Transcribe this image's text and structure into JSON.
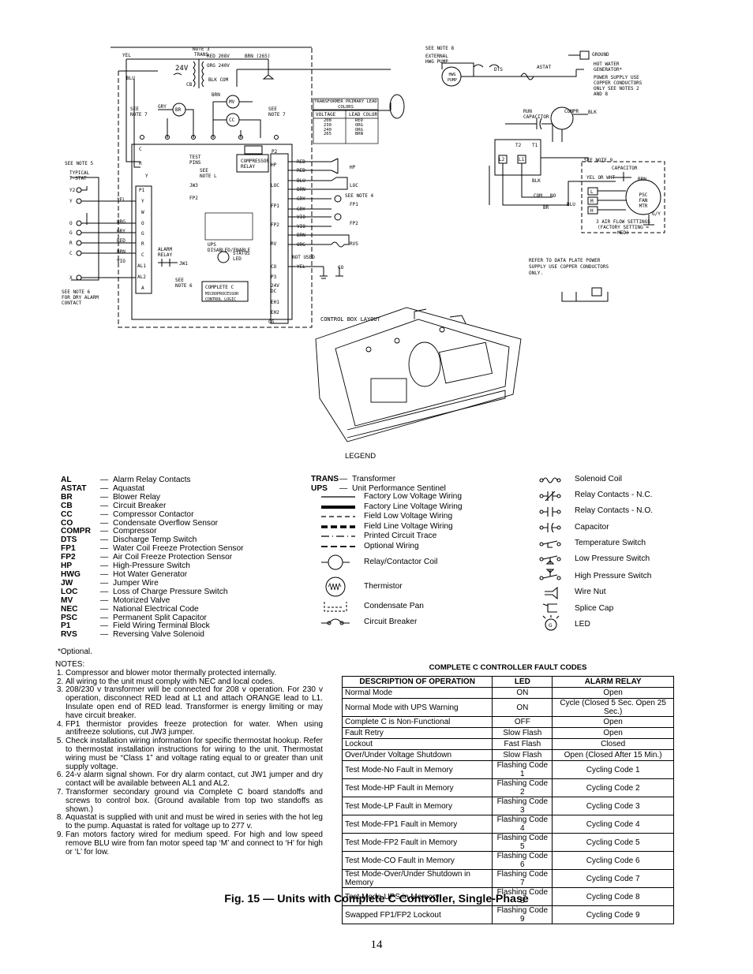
{
  "wiring": {
    "labels": {
      "yel": "YEL",
      "blu": "BLU",
      "note3": "NOTE 3",
      "trans": "TRANS",
      "red208": "RED 208V",
      "brn265": "BRN (265)",
      "org240": "ORG 240V",
      "blkcom": "BLK COM",
      "v24": "24V",
      "cb": "CB",
      "see_note7": "SEE NOTE 7",
      "gry": "GRY",
      "br": "BR",
      "mv": "MV",
      "cc": "CC",
      "brn": "BRN",
      "c": "C",
      "r": "R",
      "y": "Y",
      "test_pins": "TEST PINS",
      "see_note_l": "SEE NOTE L",
      "compressor_relay": "COMPRESSOR RELAY",
      "jw3": "JW3",
      "fp1": "FP1",
      "fp2": "FP2",
      "p2": "P2",
      "p1": "P1",
      "w": "W",
      "o": "O",
      "g": "G",
      "al1": "AL1",
      "al2": "AL2",
      "a": "A",
      "alarm_relay": "ALARM RELAY",
      "jw1": "JW1",
      "see_note6": "SEE NOTE 6",
      "status_led": "STATUS LED",
      "complete_c": "COMPLETE C",
      "micro": "MICROPROCESSOR CONTROL LOGIC",
      "see_note5": "SEE NOTE 5",
      "typical_tstat": "TYPICAL T-STAT",
      "y2": "Y2",
      "x": "X",
      "see_note6_dry": "SEE NOTE 6 FOR DRY ALARM CONTACT",
      "hp": "HP",
      "loc": "LOC",
      "rv": "RV",
      "co": "CO",
      "p3": "P3",
      "v24dc": "24V DC",
      "eh1": "EH1",
      "eh2": "EH2",
      "red": "RED",
      "vio": "VIO",
      "org": "ORG",
      "see_note4": "SEE NOTE 4",
      "rvs": "RVS",
      "not_used": "NOT USED",
      "cg": "CG",
      "trans_table_title": "TRANSFORMER PRIMARY LEAD COLORS",
      "voltage": "VOLTAGE",
      "lead_color": "LEAD COLOR",
      "v208": "208",
      "v230": "230",
      "v240": "240",
      "v265": "265",
      "l_red": "RED",
      "l_org": "ORG",
      "l_brn": "BRN",
      "see_note8": "SEE NOTE 8",
      "ext_hwg": "EXTERNAL HWG PUMP",
      "hwg_pump": "HWG PUMP",
      "dts": "DTS",
      "astat": "ASTAT",
      "ground": "GROUND",
      "hot_water_gen": "HOT WATER GENERATOR*",
      "power_supply": "POWER SUPPLY USE COPPER CONDUCTORS ONLY SEE NOTES 2 AND 8",
      "run_cap": "RUN CAPACITOR",
      "compr": "COMPR",
      "blk": "BLK",
      "t2": "T2",
      "t1": "T1",
      "l1": "L1",
      "l2": "L2",
      "com": "COM",
      "no": "NO",
      "capacitor": "CAPACITOR",
      "see_note9": "SEE NOTE 9",
      "yel_or_wht": "YEL OR WHT",
      "psc_fan_mtr": "PSC FAN MTR",
      "h": "H",
      "m": "M",
      "l": "L",
      "gy": "G/Y",
      "air_flow": "3 AIR FLOW SETTINGS (FACTORY SETTING = MED)",
      "refer": "REFER TO DATA PLATE POWER SUPPLY USE COPPER CONDUCTORS ONLY.",
      "control_box_layout": "CONTROL BOX LAYOUT",
      "dip": "UPS DISABLED/ENABLE"
    }
  },
  "legend": {
    "title": "LEGEND",
    "abbreviations": [
      {
        "k": "AL",
        "d": "Alarm Relay Contacts"
      },
      {
        "k": "ASTAT",
        "d": "Aquastat"
      },
      {
        "k": "BR",
        "d": "Blower Relay"
      },
      {
        "k": "CB",
        "d": "Circuit Breaker"
      },
      {
        "k": "CC",
        "d": "Compressor Contactor"
      },
      {
        "k": "CO",
        "d": "Condensate Overflow Sensor"
      },
      {
        "k": "COMPR",
        "d": "Compressor"
      },
      {
        "k": "DTS",
        "d": "Discharge Temp Switch"
      },
      {
        "k": "FP1",
        "d": "Water Coil Freeze Protection Sensor"
      },
      {
        "k": "FP2",
        "d": "Air Coil Freeze Protection Sensor"
      },
      {
        "k": "HP",
        "d": "High-Pressure Switch"
      },
      {
        "k": "HWG",
        "d": "Hot Water Generator"
      },
      {
        "k": "JW",
        "d": "Jumper Wire"
      },
      {
        "k": "LOC",
        "d": "Loss of Charge Pressure Switch"
      },
      {
        "k": "MV",
        "d": "Motorized Valve"
      },
      {
        "k": "NEC",
        "d": "National Electrical Code"
      },
      {
        "k": "PSC",
        "d": "Permanent Split Capacitor"
      },
      {
        "k": "P1",
        "d": "Field Wiring Terminal Block"
      },
      {
        "k": "RVS",
        "d": "Reversing Valve Solenoid"
      }
    ],
    "dash": "—",
    "optional_note": "*Optional.",
    "mid_abbr": [
      {
        "k": "TRANS",
        "d": "Transformer"
      },
      {
        "k": "UPS",
        "d": "Unit Performance Sentinel"
      }
    ],
    "line_types": [
      "Factory Low Voltage Wiring",
      "Factory Line Voltage Wiring",
      "Field Low Voltage Wiring",
      "Field Line Voltage Wiring",
      "Printed Circuit Trace",
      "Optional Wiring"
    ],
    "mid_symbols": [
      "Relay/Contactor Coil",
      "Thermistor",
      "Condensate Pan",
      "Circuit Breaker"
    ],
    "right_symbols": [
      "Solenoid Coil",
      "Relay Contacts - N.C.",
      "Relay Contacts - N.O.",
      "Capacitor",
      "Temperature Switch",
      "Low Pressure Switch",
      "High Pressure Switch",
      "Wire Nut",
      "Splice Cap",
      "LED"
    ]
  },
  "notes": {
    "title": "NOTES:",
    "items": [
      "Compressor and blower motor thermally protected internally.",
      "All wiring to the unit must comply with NEC and local codes.",
      "208/230 v transformer will be connected for 208 v operation. For 230 v operation, disconnect RED lead at L1 and attach ORANGE lead to L1. Insulate open end of RED lead. Transformer is energy limiting or may have circuit breaker.",
      "FP1 thermistor provides freeze protection for water. When using antifreeze solutions, cut JW3 jumper.",
      "Check installation wiring information for specific thermostat hookup. Refer to thermostat installation instructions for wiring to the unit. Thermostat wiring must be “Class 1” and voltage rating equal to or greater than unit supply voltage.",
      "24-v alarm signal shown. For dry alarm contact, cut JW1 jumper and dry contact will be available between AL1 and AL2.",
      "Transformer secondary ground via Complete C board standoffs and screws to control box. (Ground available from top two standoffs as shown.)",
      "Aquastat is supplied with unit and must be wired in series with the hot leg to the pump. Aquastat is rated for voltage up to 277 v.",
      "Fan motors factory wired for medium speed. For high and low speed remove BLU wire from fan motor speed tap ‘M’ and connect to ‘H’ for high or ‘L’ for low."
    ]
  },
  "fault_codes": {
    "title": "COMPLETE C CONTROLLER FAULT CODES",
    "headers": [
      "DESCRIPTION OF OPERATION",
      "LED",
      "ALARM RELAY"
    ],
    "rows": [
      [
        "Normal Mode",
        "ON",
        "Open"
      ],
      [
        "Normal Mode with UPS Warning",
        "ON",
        "Cycle (Closed 5 Sec. Open 25 Sec.)"
      ],
      [
        "Complete C is Non-Functional",
        "OFF",
        "Open"
      ],
      [
        "Fault Retry",
        "Slow Flash",
        "Open"
      ],
      [
        "Lockout",
        "Fast Flash",
        "Closed"
      ],
      [
        "Over/Under Voltage Shutdown",
        "Slow Flash",
        "Open (Closed After 15 Min.)"
      ],
      [
        "Test Mode-No Fault in Memory",
        "Flashing Code 1",
        "Cycling Code 1"
      ],
      [
        "Test Mode-HP Fault in Memory",
        "Flashing Code 2",
        "Cycling Code 2"
      ],
      [
        "Test Mode-LP Fault in Memory",
        "Flashing Code 3",
        "Cycling Code 3"
      ],
      [
        "Test Mode-FP1 Fault in Memory",
        "Flashing Code 4",
        "Cycling Code 4"
      ],
      [
        "Test Mode-FP2 Fault in Memory",
        "Flashing Code 5",
        "Cycling Code 5"
      ],
      [
        "Test Mode-CO Fault in Memory",
        "Flashing Code 6",
        "Cycling Code 6"
      ],
      [
        "Test Mode-Over/Under Shutdown in Memory",
        "Flashing Code 7",
        "Cycling Code 7"
      ],
      [
        "Test Mode-UPS in Memory",
        "Flashing Code 8",
        "Cycling Code 8"
      ],
      [
        "Swapped FP1/FP2 Lockout",
        "Flashing Code 9",
        "Cycling Code 9"
      ]
    ]
  },
  "caption": "Fig. 15 — Units with Complete C Controller, Single-Phase",
  "page_number": "14"
}
